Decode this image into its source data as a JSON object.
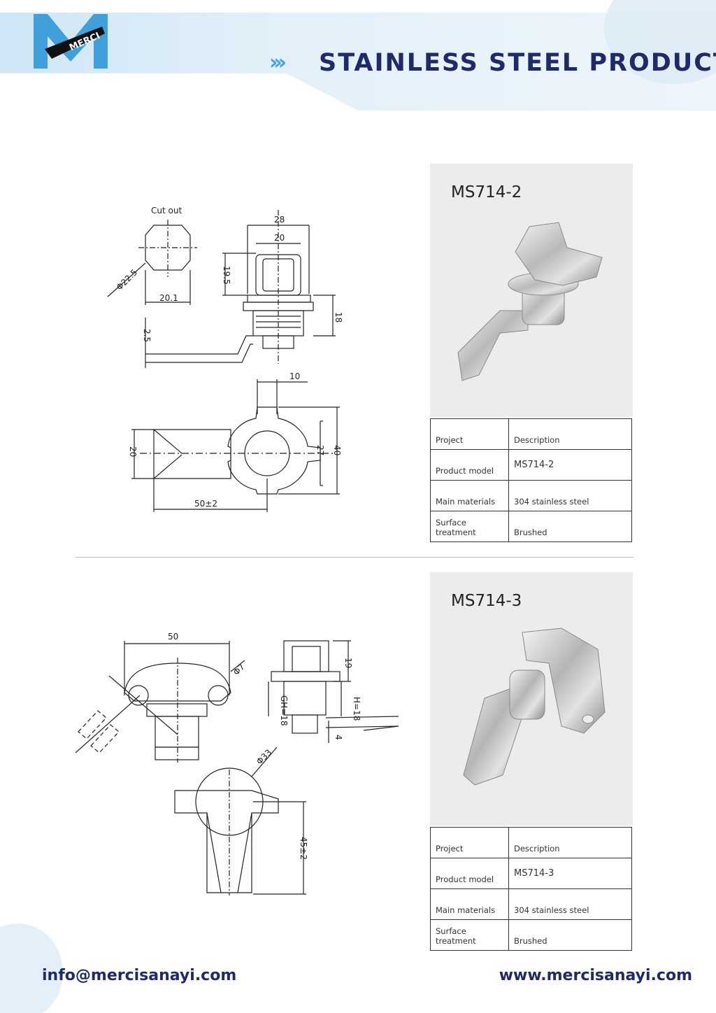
{
  "header": {
    "logo_text": "MERCI",
    "title": "STAINLESS STEEL PRODUCTS",
    "colors": {
      "title": "#1f2a6b",
      "logo_blue": "#3fa0dc",
      "accent": "#4aa3df"
    }
  },
  "products": [
    {
      "model_title": "MS714-2",
      "drawing": {
        "cut_out_label": "Cut out",
        "dims": [
          "28",
          "20",
          "19.5",
          "Φ22.5",
          "20.1",
          "18",
          "2.5",
          "10",
          "20",
          "27",
          "40",
          "50±2"
        ]
      },
      "table": {
        "rows": [
          {
            "label": "Project",
            "value": "Description"
          },
          {
            "label": "Product model",
            "value": "MS714-2"
          },
          {
            "label": "Main materials",
            "value": "304 stainless steel"
          },
          {
            "label": "Surface treatment",
            "value": "Brushed"
          }
        ]
      }
    },
    {
      "model_title": "MS714-3",
      "drawing": {
        "dims": [
          "50",
          "Φ7",
          "19",
          "GH=18",
          "H=18",
          "4",
          "Φ33",
          "45±2"
        ]
      },
      "table": {
        "rows": [
          {
            "label": "Project",
            "value": "Description"
          },
          {
            "label": "Product model",
            "value": "MS714-3"
          },
          {
            "label": "Main materials",
            "value": "304 stainless steel"
          },
          {
            "label": "Surface treatment",
            "value": "Brushed"
          }
        ]
      }
    }
  ],
  "footer": {
    "email": "info@mercisanayi.com",
    "website": "www.mercisanayi.com"
  }
}
